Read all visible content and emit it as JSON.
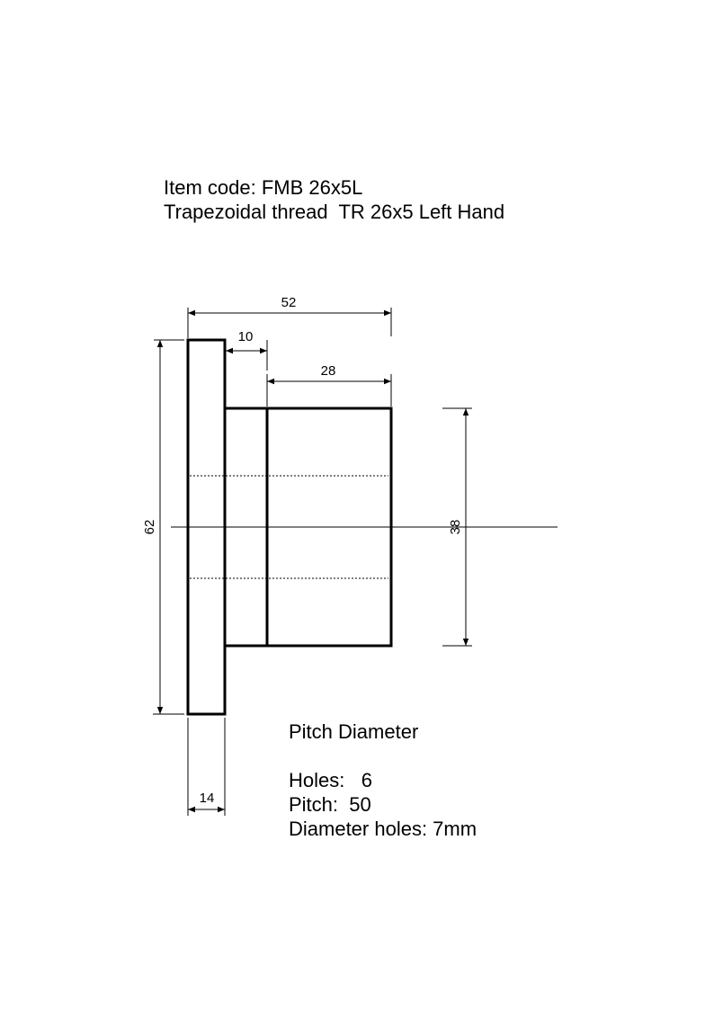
{
  "header": {
    "item_code": "Item code: FMB 26x5L",
    "thread": "Trapezoidal thread  TR 26x5 Left Hand"
  },
  "dimensions": {
    "overall_length": "52",
    "hub_length": "10",
    "body_length": "28",
    "flange_diameter": "62",
    "body_diameter": "38",
    "flange_thickness": "14"
  },
  "notes": {
    "pitch_diameter": "Pitch Diameter",
    "holes": "Holes:   6",
    "pitch": "Pitch:  50",
    "diameter_holes": "Diameter holes: 7mm"
  }
}
